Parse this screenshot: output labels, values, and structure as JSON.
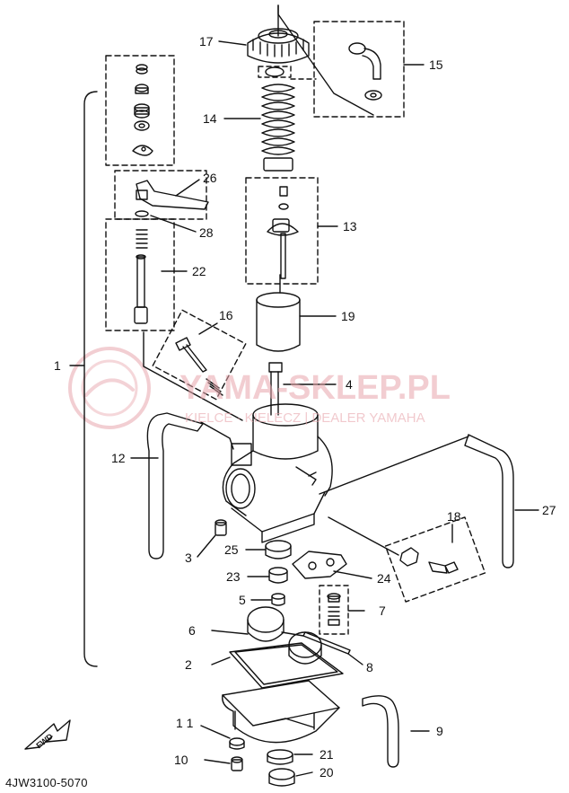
{
  "diagram": {
    "code": "4JW3100-5070",
    "direction_label": "FWD",
    "watermark": {
      "site": "YAMA-SKLEP.PL",
      "tagline": "KIELCE · KIELECZ | DEALER YAMAHA"
    },
    "callouts": [
      {
        "id": "1",
        "text": "1"
      },
      {
        "id": "2",
        "text": "2"
      },
      {
        "id": "3",
        "text": "3"
      },
      {
        "id": "4",
        "text": "4"
      },
      {
        "id": "5",
        "text": "5"
      },
      {
        "id": "6",
        "text": "6"
      },
      {
        "id": "7",
        "text": "7"
      },
      {
        "id": "8",
        "text": "8"
      },
      {
        "id": "9",
        "text": "9"
      },
      {
        "id": "10",
        "text": "10"
      },
      {
        "id": "11",
        "text": "1 1"
      },
      {
        "id": "12",
        "text": "12"
      },
      {
        "id": "13",
        "text": "13"
      },
      {
        "id": "14",
        "text": "14"
      },
      {
        "id": "15",
        "text": "15"
      },
      {
        "id": "16",
        "text": "16"
      },
      {
        "id": "17",
        "text": "17"
      },
      {
        "id": "18",
        "text": "18"
      },
      {
        "id": "19",
        "text": "19"
      },
      {
        "id": "20",
        "text": "20"
      },
      {
        "id": "21",
        "text": "21"
      },
      {
        "id": "22",
        "text": "22"
      },
      {
        "id": "23",
        "text": "23"
      },
      {
        "id": "24",
        "text": "24"
      },
      {
        "id": "25",
        "text": "25"
      },
      {
        "id": "26",
        "text": "26"
      },
      {
        "id": "27",
        "text": "27"
      },
      {
        "id": "28",
        "text": "28"
      }
    ]
  }
}
